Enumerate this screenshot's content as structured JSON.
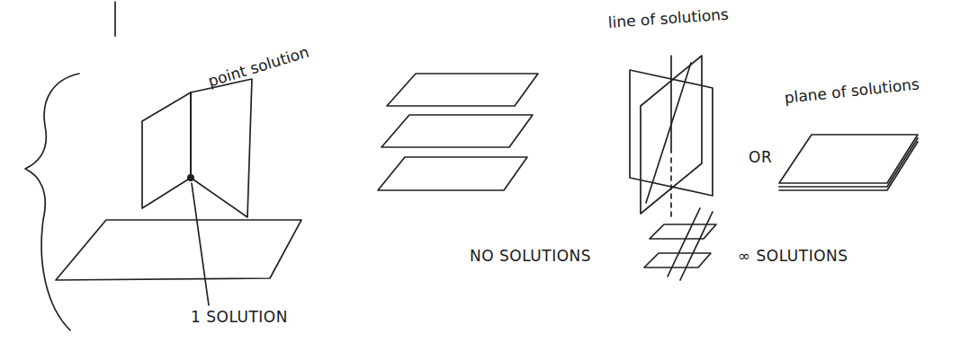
{
  "diagram": {
    "labels": [
      "point solution",
      "1 SOLUTION",
      "NO SOLUTIONS",
      "line of solutions",
      "plane of solutions",
      "OR",
      "∞ SOLUTIONS"
    ]
  }
}
